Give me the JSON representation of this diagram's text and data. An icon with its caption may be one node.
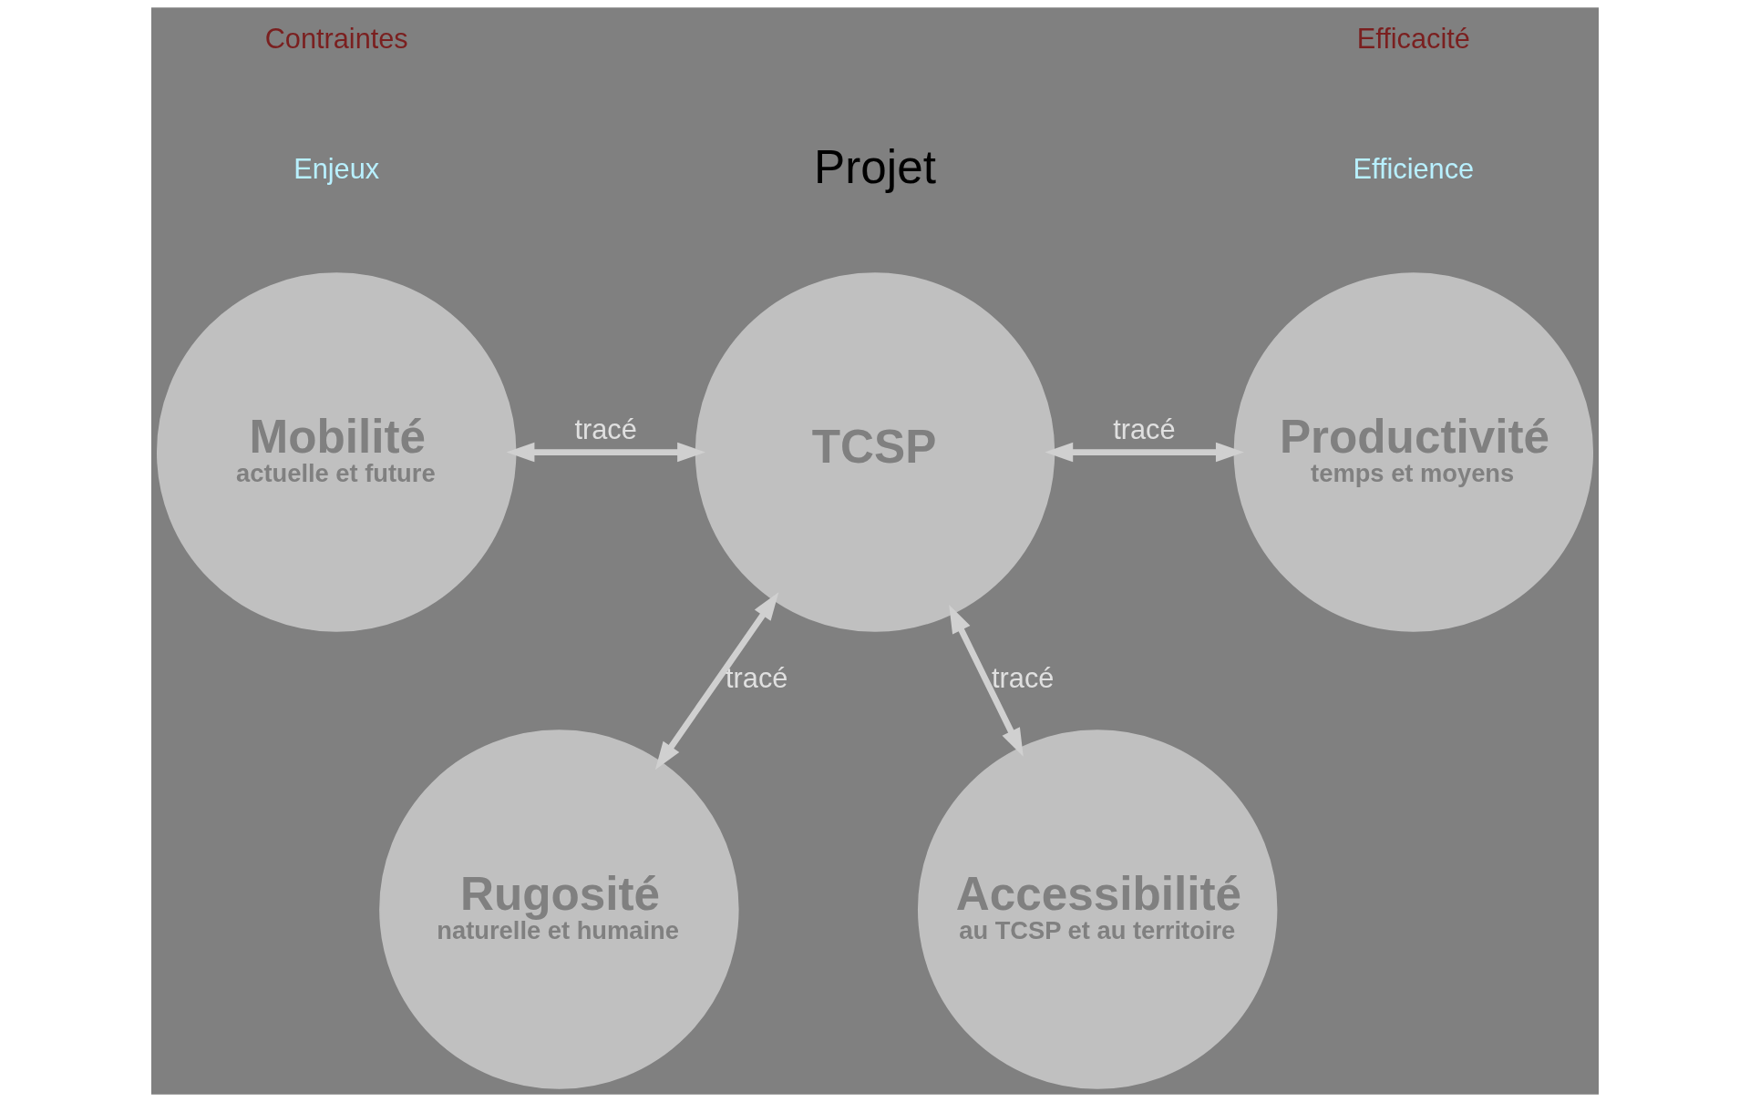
{
  "diagram": {
    "nodes": [
      {
        "text": [
          "TCSP"
        ]
      },
      {
        "text": [
          "Mobilité",
          "actuelle et future"
        ]
      },
      {
        "text": [
          "Productivité",
          "temps et moyens"
        ]
      },
      {
        "text": [
          "Rugosité",
          "naturelle et humaine"
        ]
      },
      {
        "text": [
          "Accessibilité",
          "au TCSP et au territoire"
        ]
      }
    ],
    "edges": [
      {
        "from": 1,
        "to": 0,
        "arrow": "both",
        "label": "tracé"
      },
      {
        "from": 0,
        "to": 2,
        "arrow": "both",
        "label": "tracé"
      },
      {
        "from": 3,
        "to": 0,
        "arrow": "both",
        "label": "tracé"
      },
      {
        "from": 0,
        "to": 4,
        "arrow": "both",
        "label": "tracé"
      }
    ],
    "labels": [
      "Contraintes",
      "Enjeux",
      "Projet",
      "Efficacité",
      "Efficience"
    ]
  }
}
